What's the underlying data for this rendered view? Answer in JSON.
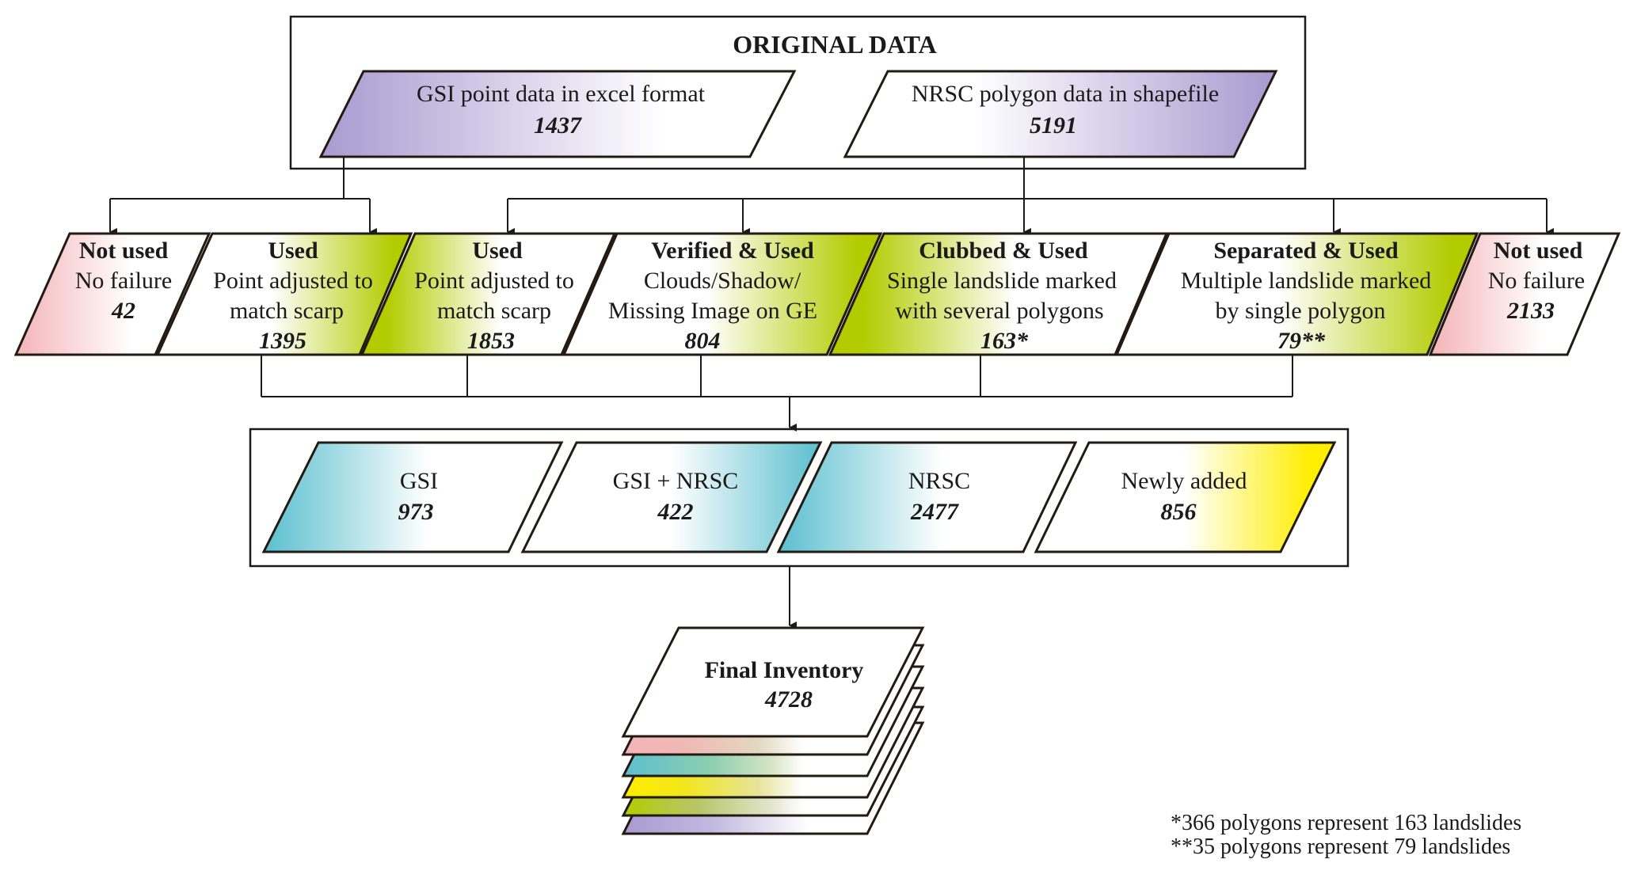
{
  "original_data": {
    "title": "ORIGINAL DATA",
    "sources": [
      {
        "id": "gsi",
        "label": "GSI point data in excel format",
        "count": "1437",
        "color": "#a89ad0"
      },
      {
        "id": "nrsc",
        "label": "NRSC polygon data in shapefile",
        "count": "5191",
        "color": "#a89ad0"
      }
    ]
  },
  "classification": [
    {
      "id": "gsi-not-used",
      "heading": "Not used",
      "lines": [
        "No failure"
      ],
      "count": "42",
      "color": "#f4b4b8",
      "source": "GSI"
    },
    {
      "id": "gsi-used",
      "heading": "Used",
      "lines": [
        "Point adjusted to",
        "match scarp"
      ],
      "count": "1395",
      "color": "#b3cc00",
      "source": "GSI"
    },
    {
      "id": "nrsc-used",
      "heading": "Used",
      "lines": [
        "Point adjusted to",
        "match scarp"
      ],
      "count": "1853",
      "color": "#b3cc00",
      "source": "NRSC"
    },
    {
      "id": "nrsc-verified",
      "heading": "Verified & Used",
      "lines": [
        "Clouds/Shadow/",
        "Missing Image on GE"
      ],
      "count": "804",
      "color": "#b3cc00",
      "source": "NRSC"
    },
    {
      "id": "nrsc-clubbed",
      "heading": "Clubbed & Used",
      "lines": [
        "Single landslide marked",
        "with several polygons"
      ],
      "count": "163*",
      "color": "#b3cc00",
      "source": "NRSC"
    },
    {
      "id": "nrsc-separated",
      "heading": "Separated & Used",
      "lines": [
        "Multiple landslide marked",
        "by single polygon"
      ],
      "count": "79**",
      "color": "#b3cc00",
      "source": "NRSC"
    },
    {
      "id": "nrsc-not-used",
      "heading": "Not used",
      "lines": [
        "No failure"
      ],
      "count": "2133",
      "color": "#f4b4b8",
      "source": "NRSC"
    }
  ],
  "merged": [
    {
      "id": "gsi",
      "label": "GSI",
      "count": "973",
      "color": "#5bbfcf"
    },
    {
      "id": "gsi-nrsc",
      "label": "GSI + NRSC",
      "count": "422",
      "color": "#5bbfcf"
    },
    {
      "id": "nrsc",
      "label": "NRSC",
      "count": "2477",
      "color": "#5bbfcf"
    },
    {
      "id": "newly-added",
      "label": "Newly added",
      "count": "856",
      "color": "#ffee00"
    }
  ],
  "final_inventory": {
    "label": "Final Inventory",
    "count": "4728",
    "layer_colors": [
      "#f4b4b8",
      "#5bbfcf",
      "#ffee00",
      "#b3cc00",
      "#a89ad0"
    ]
  },
  "footnotes": [
    "*366 polygons represent 163 landslides",
    "**35 polygons represent 79 landslides"
  ]
}
